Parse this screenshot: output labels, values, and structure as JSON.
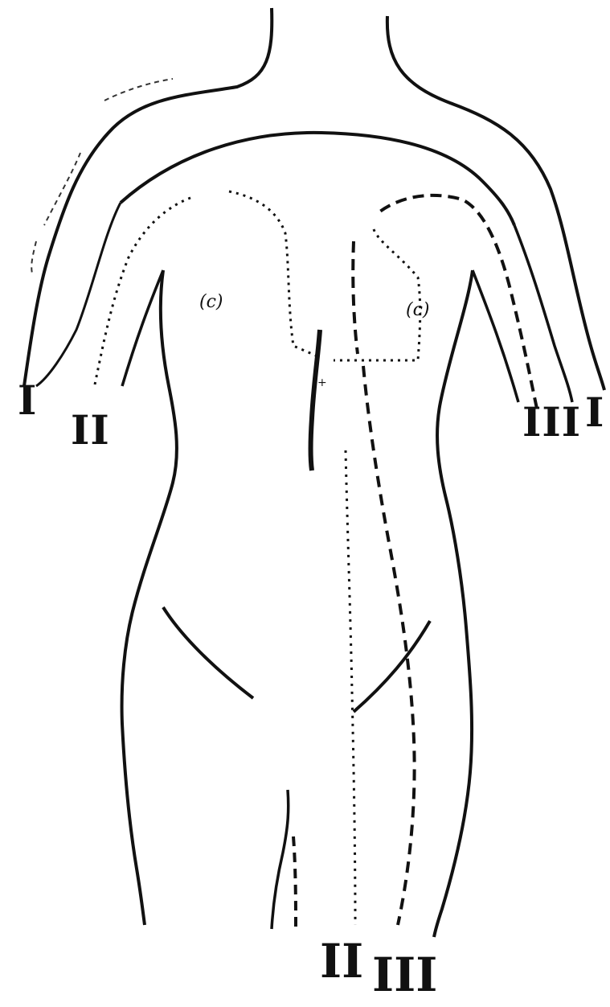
{
  "labels": {
    "left_arm_lead": "II",
    "right_arm_lead": "III",
    "left_arm_ref": "I",
    "right_arm_ref": "I",
    "leg_lead_center": "II",
    "leg_lead_right": "III",
    "nipple_left": "(c)",
    "nipple_right": "(c)",
    "center_mark": "+"
  },
  "colors": {
    "ink": "#111111",
    "background": "#ffffff"
  }
}
